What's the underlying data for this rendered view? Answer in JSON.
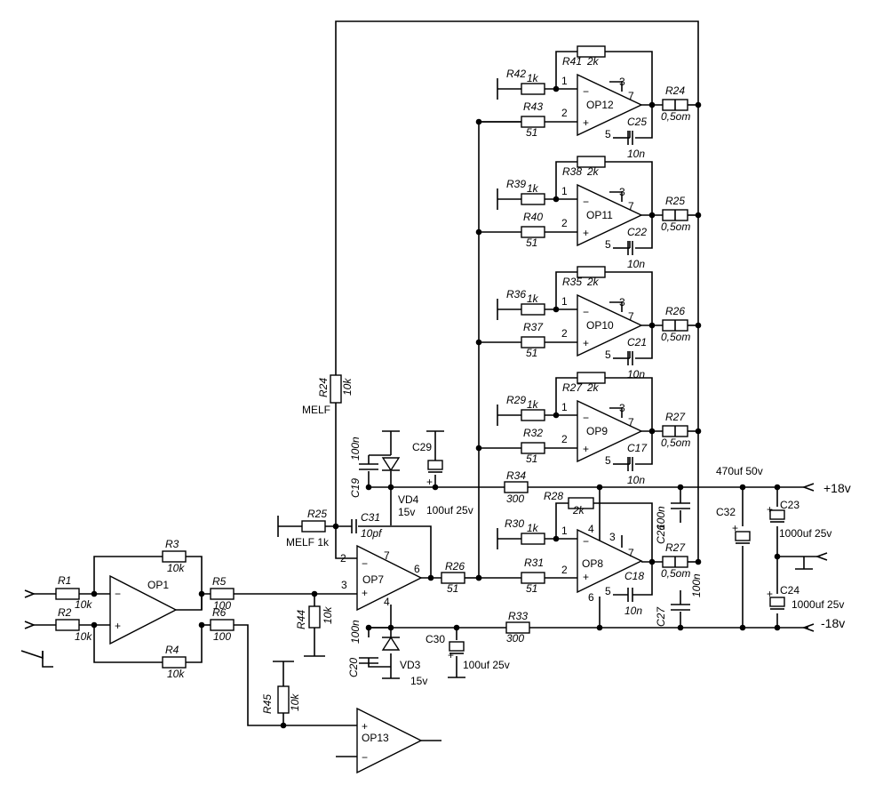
{
  "rails": {
    "pos": "+18v",
    "neg": "-18v"
  },
  "opamps": {
    "op1": "OP1",
    "op7": "OP7",
    "op8": "OP8",
    "op9": "OP9",
    "op10": "OP10",
    "op11": "OP11",
    "op12": "OP12",
    "op13": "OP13"
  },
  "pins": {
    "p1": "1",
    "p2": "2",
    "p3": "3",
    "p4": "4",
    "p5": "5",
    "p6": "6",
    "p7": "7"
  },
  "signs": {
    "minus": "−",
    "plus": "+"
  },
  "labels": {
    "R1": "R1",
    "R2": "R2",
    "R3": "R3",
    "R4": "R4",
    "R5": "R5",
    "R6": "R6",
    "R24": "R24",
    "R25": "R25",
    "R26": "R26",
    "R27": "R27",
    "R28": "R28",
    "R29": "R29",
    "R30": "R30",
    "R31": "R31",
    "R32": "R32",
    "R33": "R33",
    "R34": "R34",
    "R35": "R35",
    "R36": "R36",
    "R37": "R37",
    "R38": "R38",
    "R39": "R39",
    "R40": "R40",
    "R41": "R41",
    "R42": "R42",
    "R43": "R43",
    "R44": "R44",
    "R45": "R45",
    "C17": "C17",
    "C18": "C18",
    "C19": "C19",
    "C20": "C20",
    "C21": "C21",
    "C22": "C22",
    "C23": "C23",
    "C24": "C24",
    "C25": "C25",
    "C26": "C26",
    "C27": "C27",
    "C29": "C29",
    "C30": "C30",
    "C31": "C31",
    "C32": "C32",
    "VD3": "VD3",
    "VD4": "VD4"
  },
  "values": {
    "k10": "10k",
    "r100": "100",
    "k1": "1k",
    "k2": "2k",
    "r51": "51",
    "r300": "300",
    "om05": "0,5om",
    "n10": "10n",
    "n100": "100n",
    "pf10": "10pf",
    "v15": "15v",
    "melf": "MELF",
    "melf1k": "MELF 1k",
    "uf100": "100uf 25v",
    "uf1000": "1000uf 25v",
    "uf470": "470uf 50v"
  }
}
